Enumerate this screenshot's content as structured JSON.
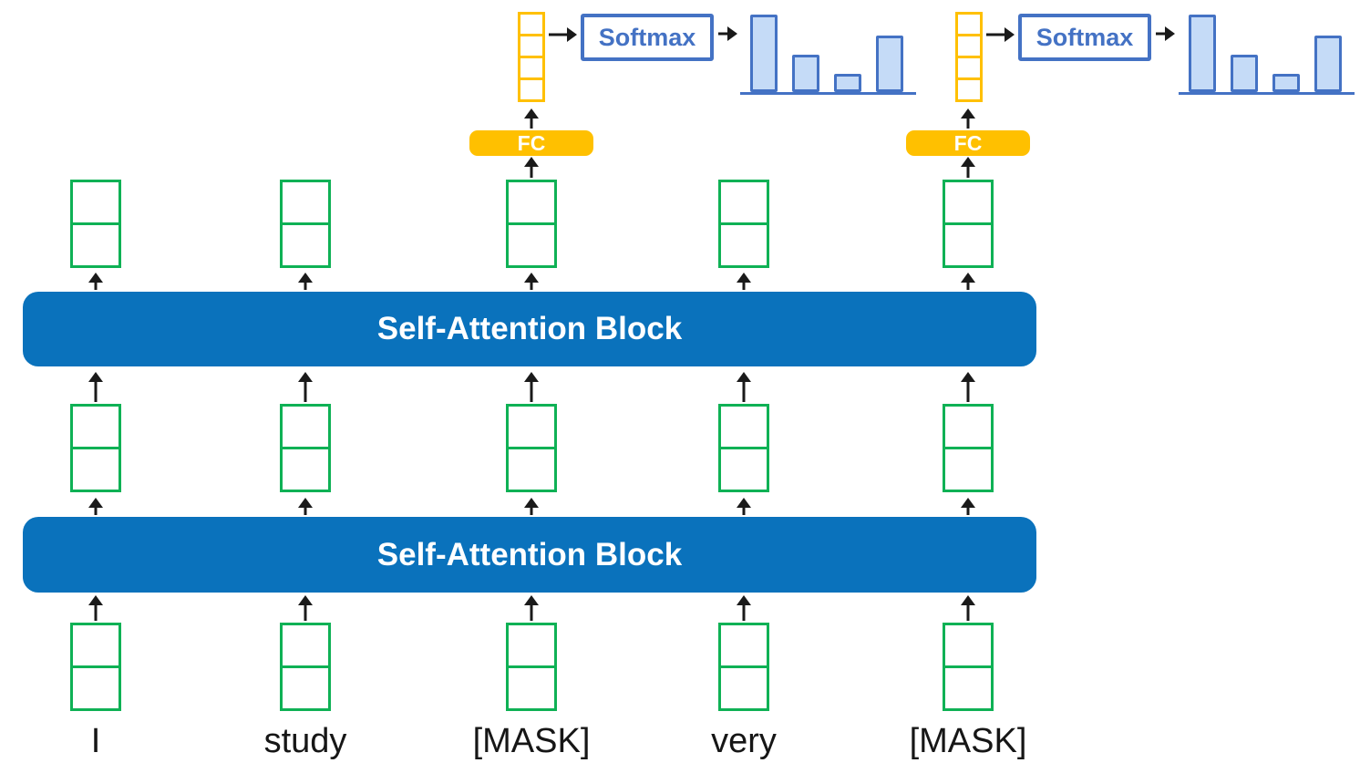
{
  "diagram": {
    "self_attention_blocks": [
      {
        "label": "Self-Attention Block"
      },
      {
        "label": "Self-Attention Block"
      }
    ],
    "columns": [
      {
        "token": "I",
        "masked": false
      },
      {
        "token": "study",
        "masked": false
      },
      {
        "token": "[MASK]",
        "masked": true
      },
      {
        "token": "very",
        "masked": false
      },
      {
        "token": "[MASK]",
        "masked": true
      }
    ],
    "fc_label": "FC",
    "softmax_label": "Softmax",
    "colors": {
      "block_blue": "#0a72bc",
      "embedding_green": "#0fb155",
      "fc_gold": "#ffc000",
      "softmax_blue": "#4472c4",
      "bar_fill": "#c5dbf7",
      "arrow_black": "#1a1a1a"
    }
  },
  "chart_data": [
    {
      "type": "bar",
      "values": [
        0.97,
        0.47,
        0.23,
        0.7
      ],
      "legend": "none",
      "grid": "off"
    },
    {
      "type": "bar",
      "values": [
        0.97,
        0.47,
        0.23,
        0.7
      ],
      "legend": "none",
      "grid": "off"
    }
  ]
}
